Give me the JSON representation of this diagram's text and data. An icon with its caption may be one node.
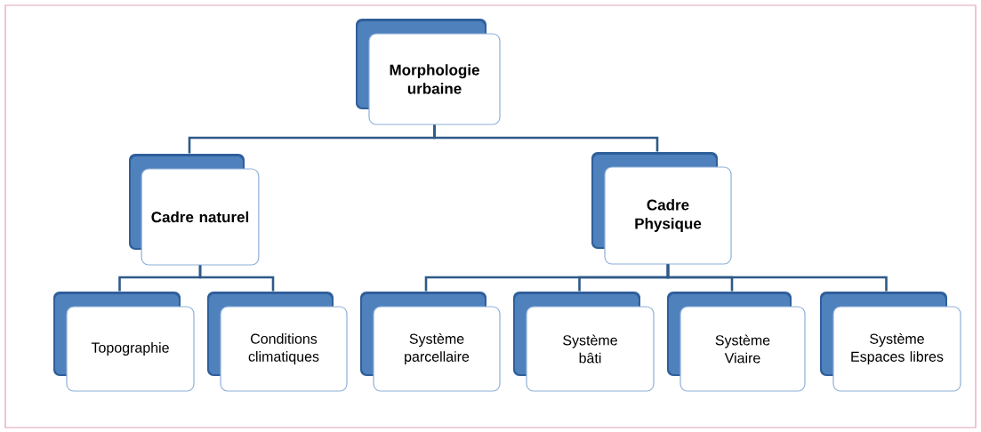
{
  "diagram": {
    "nodes": [
      {
        "text": [
          "Morphologie urbaine"
        ]
      },
      {
        "text": [
          "Cadre naturel"
        ]
      },
      {
        "text": [
          "Cadre Physique"
        ]
      },
      {
        "text": [
          "Topographie"
        ]
      },
      {
        "text": [
          "Conditions climatiques"
        ]
      },
      {
        "text": [
          "Système parcellaire"
        ]
      },
      {
        "text": [
          "Système bâti"
        ]
      },
      {
        "text": [
          "Système Viaire"
        ]
      },
      {
        "text": [
          "Système Espaces libres"
        ]
      }
    ],
    "edges": [
      {
        "from": 0,
        "to": 1,
        "arrow": "none"
      },
      {
        "from": 0,
        "to": 2,
        "arrow": "none"
      },
      {
        "from": 1,
        "to": 3,
        "arrow": "none"
      },
      {
        "from": 1,
        "to": 4,
        "arrow": "none"
      },
      {
        "from": 2,
        "to": 5,
        "arrow": "none"
      },
      {
        "from": 2,
        "to": 6,
        "arrow": "none"
      },
      {
        "from": 2,
        "to": 7,
        "arrow": "none"
      },
      {
        "from": 2,
        "to": 8,
        "arrow": "none"
      }
    ]
  }
}
